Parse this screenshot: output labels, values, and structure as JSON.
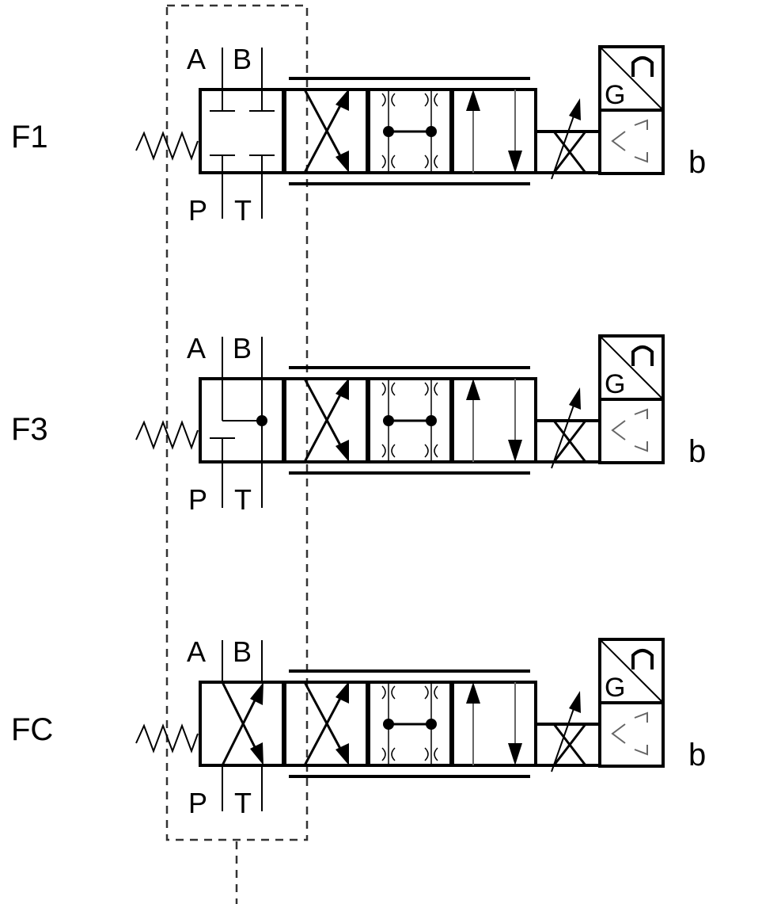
{
  "diagram": {
    "title": "Proportional directional valve spool variants",
    "valves": [
      {
        "id": "f1",
        "name": "F1",
        "ports": {
          "a": "A",
          "b": "B",
          "p": "P",
          "t": "T"
        },
        "solenoid_side": "b",
        "amplifier_label": "G",
        "variant_block": "closed-center"
      },
      {
        "id": "f3",
        "name": "F3",
        "ports": {
          "a": "A",
          "b": "B",
          "p": "P",
          "t": "T"
        },
        "solenoid_side": "b",
        "amplifier_label": "G",
        "variant_block": "float-center"
      },
      {
        "id": "fc",
        "name": "FC",
        "ports": {
          "a": "A",
          "b": "B",
          "p": "P",
          "t": "T"
        },
        "solenoid_side": "b",
        "amplifier_label": "G",
        "variant_block": "crossover"
      }
    ],
    "colors": {
      "line": "#000000",
      "background": "#ffffff",
      "dashed_border": "#333333"
    }
  }
}
